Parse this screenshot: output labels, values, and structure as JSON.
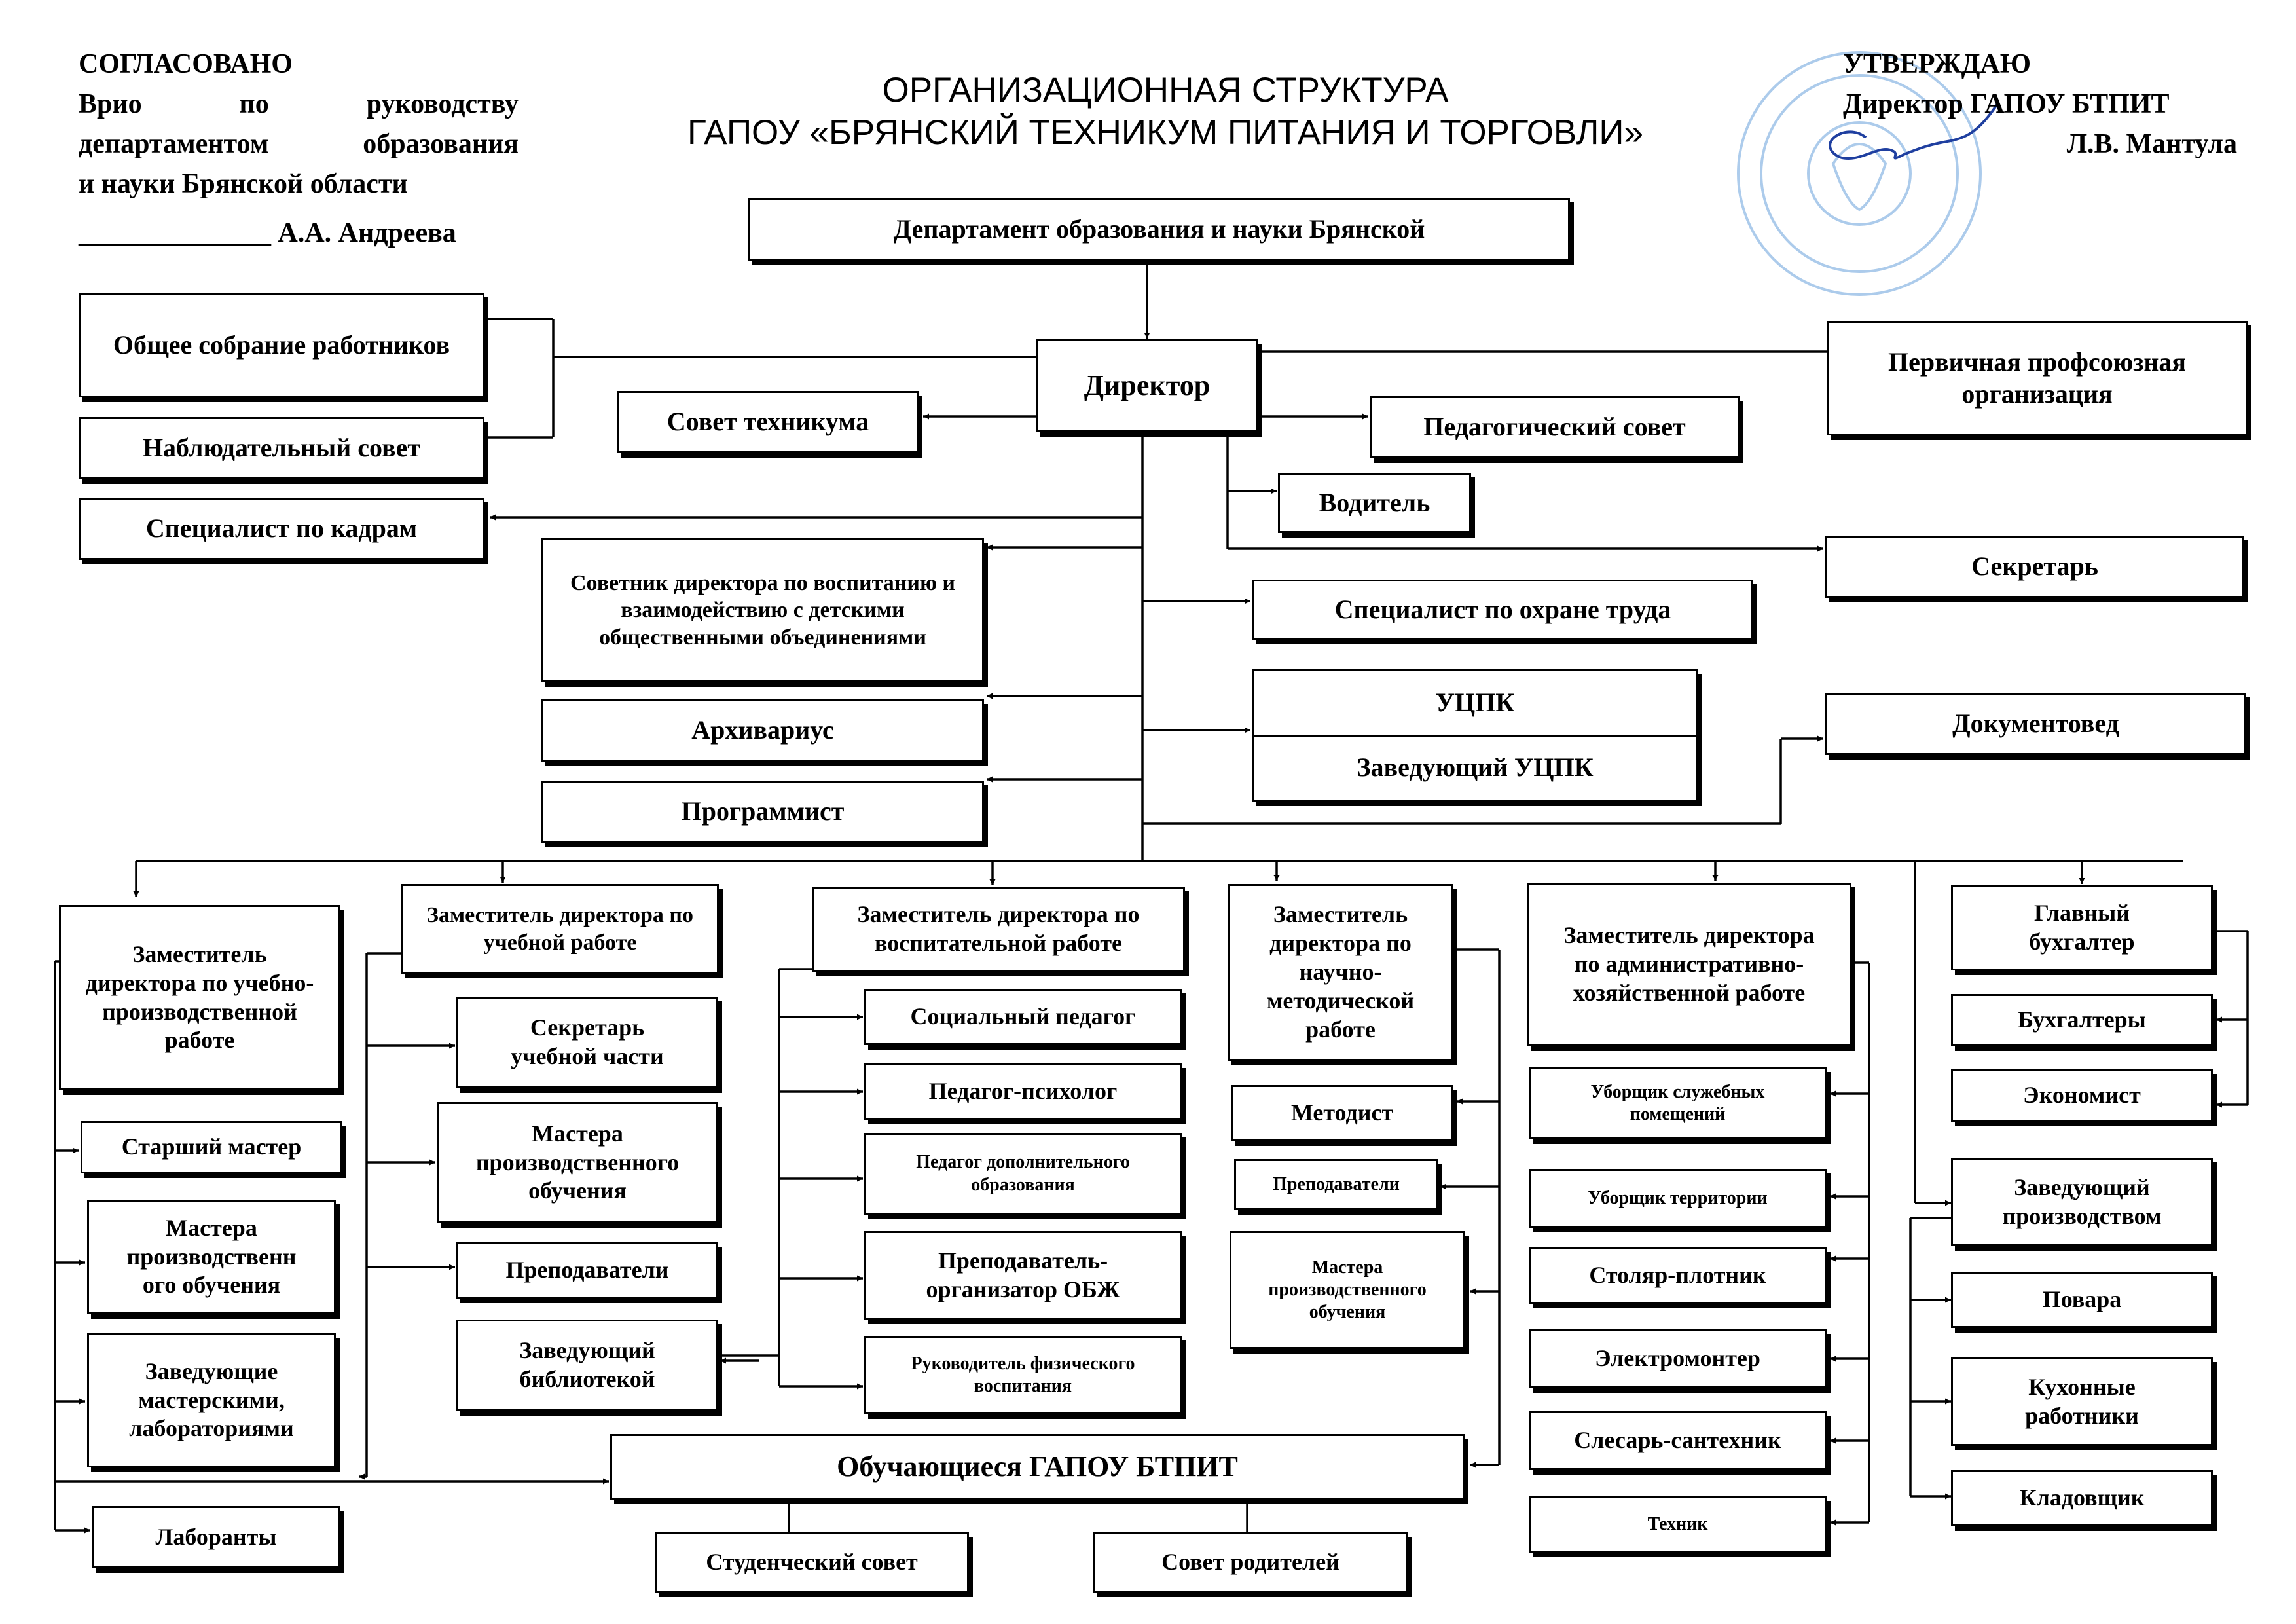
{
  "header": {
    "approved_title": "СОГЛАСОВАНО",
    "approved_line1": "Врио по руководству",
    "approved_line2": "департаментом образования",
    "approved_line3": "и науки Брянской области",
    "approved_signature": "______________ А.А. Андреева",
    "title_line1": "ОРГАНИЗАЦИОННАЯ СТРУКТУРА",
    "title_line2": "ГАПОУ «БРЯНСКИЙ ТЕХНИКУМ ПИТАНИЯ И ТОРГОВЛИ»",
    "confirm_title": "УТВЕРЖДАЮ",
    "confirm_line1": "Директор ГАПОУ БТПИТ",
    "confirm_signature": "Л.В. Мантула"
  },
  "boxes": {
    "department": "Департамент образования и науки Брянской",
    "general_meeting": "Общее собрание работников",
    "supervisory_board": "Наблюдательный совет",
    "hr_specialist": "Специалист по кадрам",
    "director": "Директор",
    "council": "Совет техникума",
    "pedagogical_council": "Педагогический совет",
    "union": "Первичная профсоюзная организация",
    "driver": "Водитель",
    "secretary": "Секретарь",
    "advisor": "Советник директора по воспитанию и взаимодействию с детскими общественными объединениями",
    "labor_safety": "Специалист по охране труда",
    "archivist": "Архивариус",
    "uzpk": "УЦПК",
    "uzpk_head": "Заведующий УЦПК",
    "doc_specialist": "Документовед",
    "programmer": "Программист",
    "dep_production": "Заместитель директора по учебно-производственной работе",
    "senior_master": "Старший мастер",
    "masters_po_1": "Мастера производственн ого обучения",
    "workshop_heads": "Заведующие мастерскими, лабораториями",
    "lab_assistants": "Лаборанты",
    "dep_academic": "Заместитель директора по учебной работе",
    "academic_secretary": "Секретарь учебной части",
    "masters_po_2": "Мастера производственного обучения",
    "teachers_1": "Преподаватели",
    "library_head": "Заведующий библиотекой",
    "dep_education": "Заместитель директора по воспитательной работе",
    "social_teacher": "Социальный педагог",
    "psychologist": "Педагог-психолог",
    "extra_ed_teacher": "Педагог дополнительного образования",
    "obzh_teacher": "Преподаватель-организатор ОБЖ",
    "pe_head": "Руководитель физического воспитания",
    "dep_methodical": "Заместитель директора по научно-методической работе",
    "methodist": "Методист",
    "teachers_2": "Преподаватели",
    "masters_po_3": "Мастера производственного обучения",
    "dep_admin": "Заместитель директора по административно-хозяйственной работе",
    "cleaner_office": "Уборщик служебных помещений",
    "cleaner_territory": "Уборщик территории",
    "carpenter": "Столяр-плотник",
    "electrician": "Электромонтер",
    "plumber": "Слесарь-сантехник",
    "technician": "Техник",
    "chief_accountant": "Главный бухгалтер",
    "accountants": "Бухгалтеры",
    "economist": "Экономист",
    "production_head": "Заведующий производством",
    "cooks": "Повара",
    "kitchen_workers": "Кухонные работники",
    "storekeeper": "Кладовщик",
    "students": "Обучающиеся ГАПОУ БТПИТ",
    "student_council": "Студенческий совет",
    "parents_council": "Совет родителей"
  }
}
